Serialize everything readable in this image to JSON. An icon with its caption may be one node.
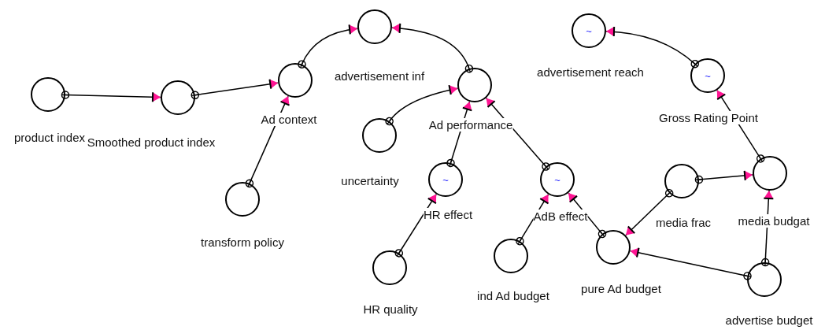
{
  "diagram": {
    "nodes": [
      {
        "text": [
          "product index"
        ]
      },
      {
        "text": [
          "Smoothed product index"
        ]
      },
      {
        "text": [
          "Ad context"
        ]
      },
      {
        "text": [
          "advertisement inf"
        ]
      },
      {
        "text": [
          "Ad performance"
        ]
      },
      {
        "text": [
          "uncertainty"
        ]
      },
      {
        "text": [
          "~",
          "HR effect"
        ]
      },
      {
        "text": [
          "~",
          "AdB effect"
        ]
      },
      {
        "text": [
          "transform policy"
        ]
      },
      {
        "text": [
          "HR quality"
        ]
      },
      {
        "text": [
          "ind Ad budget"
        ]
      },
      {
        "text": [
          "pure Ad budget"
        ]
      },
      {
        "text": [
          "media frac"
        ]
      },
      {
        "text": [
          "media budgat"
        ]
      },
      {
        "text": [
          "advertise budget"
        ]
      },
      {
        "text": [
          "~",
          "advertisement reach"
        ]
      },
      {
        "text": [
          "~",
          "Gross Rating Point"
        ]
      }
    ],
    "edges": [
      {
        "from": 0,
        "to": 1,
        "arrow": "to"
      },
      {
        "from": 1,
        "to": 2,
        "arrow": "to"
      },
      {
        "from": 8,
        "to": 2,
        "arrow": "to"
      },
      {
        "from": 2,
        "to": 3,
        "arrow": "to"
      },
      {
        "from": 4,
        "to": 3,
        "arrow": "to"
      },
      {
        "from": 5,
        "to": 4,
        "arrow": "to"
      },
      {
        "from": 6,
        "to": 4,
        "arrow": "to"
      },
      {
        "from": 7,
        "to": 4,
        "arrow": "to"
      },
      {
        "from": 9,
        "to": 6,
        "arrow": "to"
      },
      {
        "from": 10,
        "to": 7,
        "arrow": "to"
      },
      {
        "from": 11,
        "to": 7,
        "arrow": "to"
      },
      {
        "from": 12,
        "to": 11,
        "arrow": "to"
      },
      {
        "from": 12,
        "to": 13,
        "arrow": "to"
      },
      {
        "from": 14,
        "to": 13,
        "arrow": "to"
      },
      {
        "from": 14,
        "to": 11,
        "arrow": "to"
      },
      {
        "from": 16,
        "to": 15,
        "arrow": "to"
      },
      {
        "from": 13,
        "to": 16,
        "arrow": "to"
      }
    ]
  }
}
